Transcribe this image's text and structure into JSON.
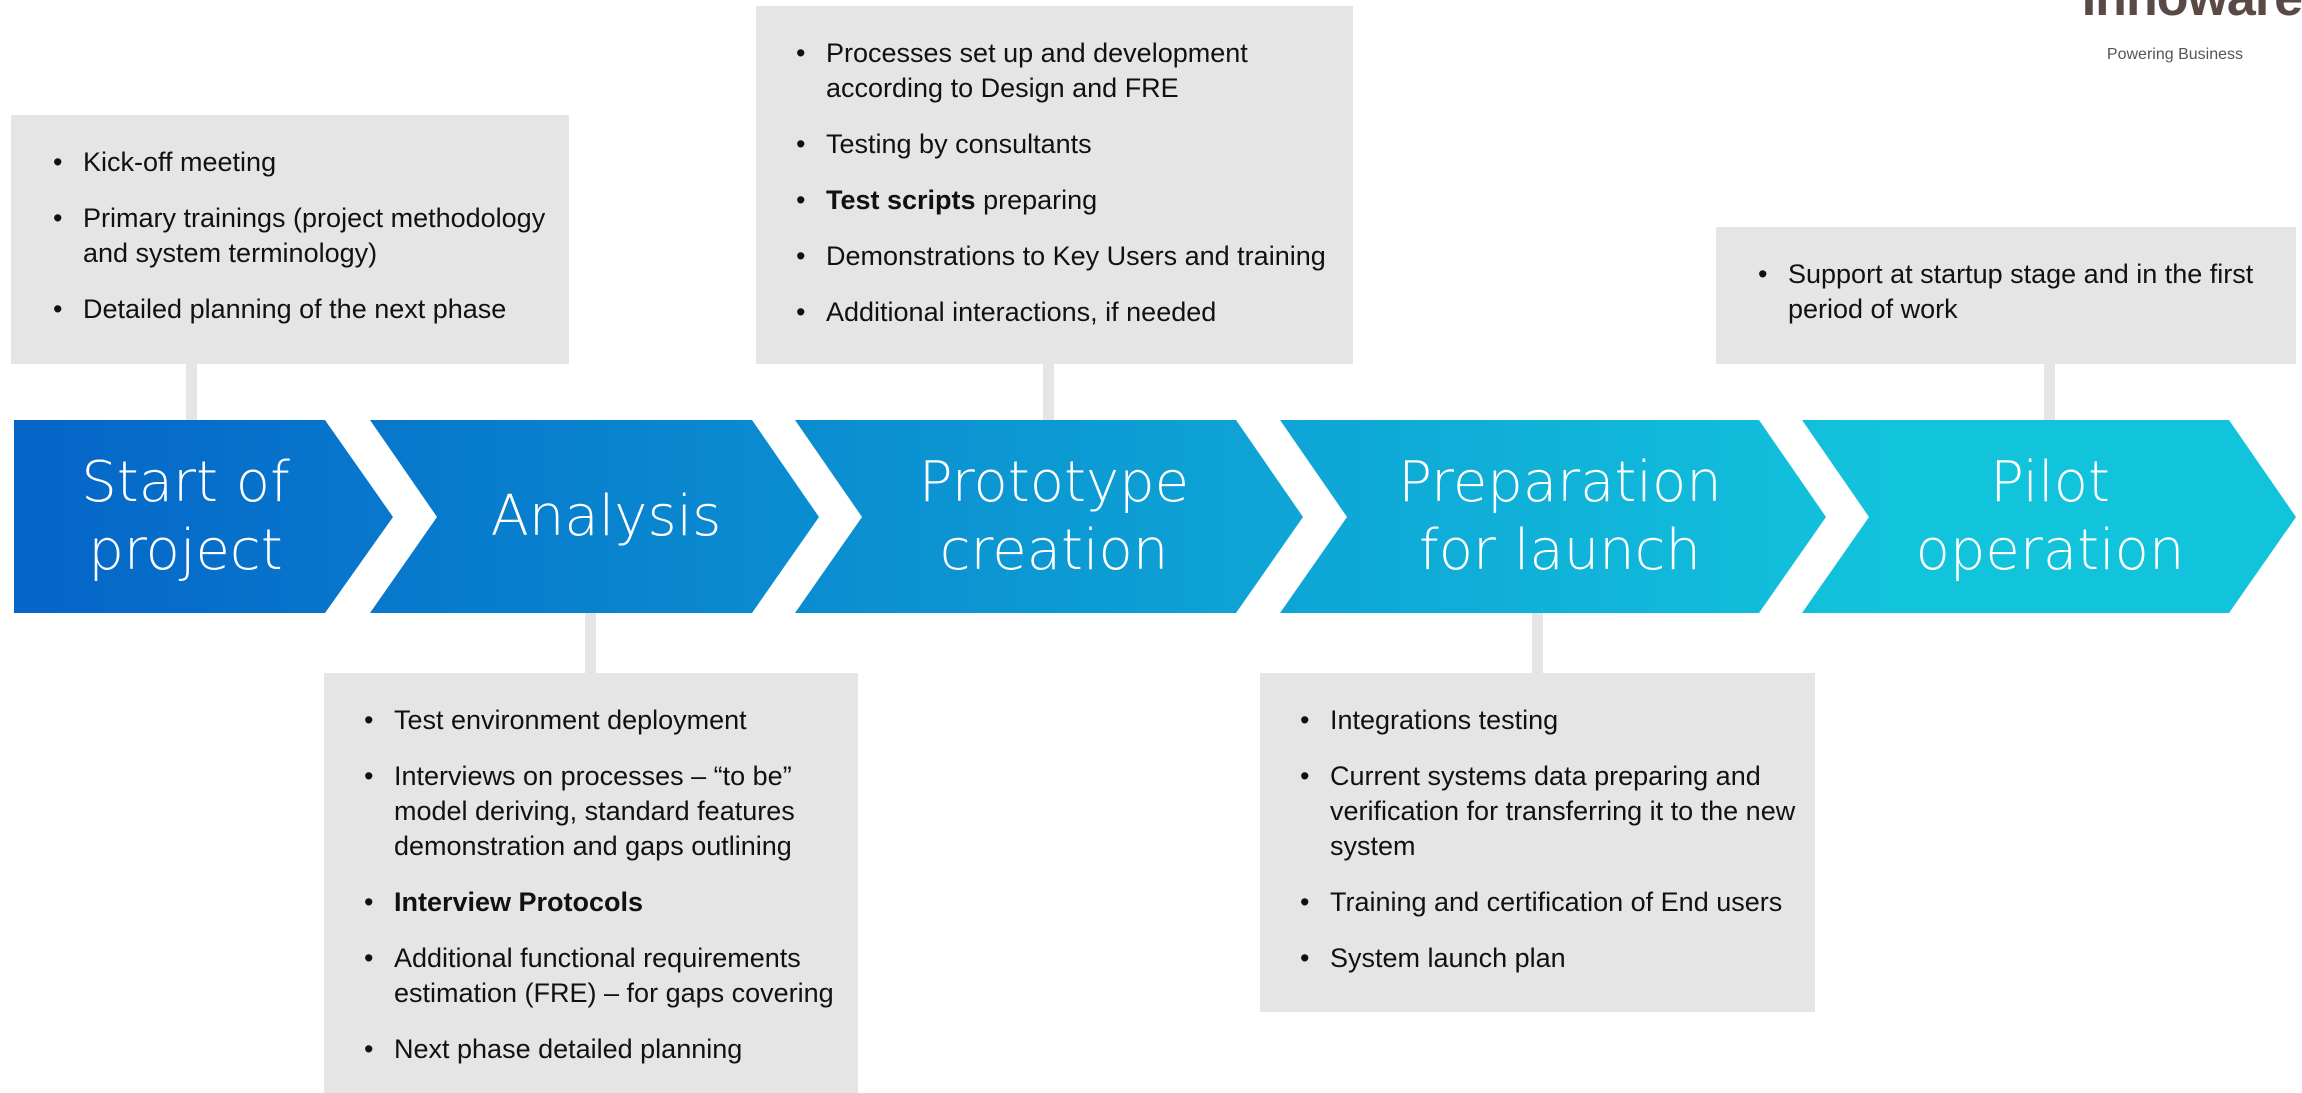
{
  "logo": {
    "name": "Innoware",
    "tagline": "Powering Business"
  },
  "colors": {
    "box_bg": "#e5e5e5",
    "gradient_start": "#0565c8",
    "gradient_end": "#12c3dc",
    "text": "#111111"
  },
  "stages": [
    {
      "line1": "Start of",
      "line2": "project"
    },
    {
      "line1": "Analysis",
      "line2": ""
    },
    {
      "line1": "Prototype",
      "line2": "creation"
    },
    {
      "line1": "Preparation",
      "line2": "for launch"
    },
    {
      "line1": "Pilot",
      "line2": "operation"
    }
  ],
  "boxes": {
    "start": {
      "items": [
        {
          "pre": "Kick-off meeting",
          "bold": "",
          "post": ""
        },
        {
          "pre": "Primary trainings (project methodology and system terminology)",
          "bold": "",
          "post": ""
        },
        {
          "pre": "Detailed planning of the next phase",
          "bold": "",
          "post": ""
        }
      ]
    },
    "analysis": {
      "items": [
        {
          "pre": "Test environment deployment",
          "bold": "",
          "post": ""
        },
        {
          "pre": "Interviews on processes – “to be” model deriving, standard features demonstration and gaps outlining",
          "bold": "",
          "post": ""
        },
        {
          "pre": "",
          "bold": "Interview Protocols",
          "post": ""
        },
        {
          "pre": "Additional functional requirements estimation (FRE) – for gaps covering",
          "bold": "",
          "post": ""
        },
        {
          "pre": "Next phase detailed planning",
          "bold": "",
          "post": ""
        }
      ]
    },
    "prototype": {
      "items": [
        {
          "pre": "Processes set up and development according to Design and FRE",
          "bold": "",
          "post": ""
        },
        {
          "pre": "Testing by consultants",
          "bold": "",
          "post": ""
        },
        {
          "pre": "",
          "bold": "Test scripts",
          "post": " preparing"
        },
        {
          "pre": "Demonstrations to Key Users and training",
          "bold": "",
          "post": ""
        },
        {
          "pre": "Additional interactions, if needed",
          "bold": "",
          "post": ""
        }
      ]
    },
    "preparation": {
      "items": [
        {
          "pre": "Integrations testing",
          "bold": "",
          "post": ""
        },
        {
          "pre": "Current systems data preparing and verification for transferring it to the new system",
          "bold": "",
          "post": ""
        },
        {
          "pre": "Training and certification of End users",
          "bold": "",
          "post": ""
        },
        {
          "pre": "System launch plan",
          "bold": "",
          "post": ""
        }
      ]
    },
    "pilot": {
      "items": [
        {
          "pre": "Support at startup stage and in the first period of work",
          "bold": "",
          "post": ""
        }
      ]
    }
  }
}
